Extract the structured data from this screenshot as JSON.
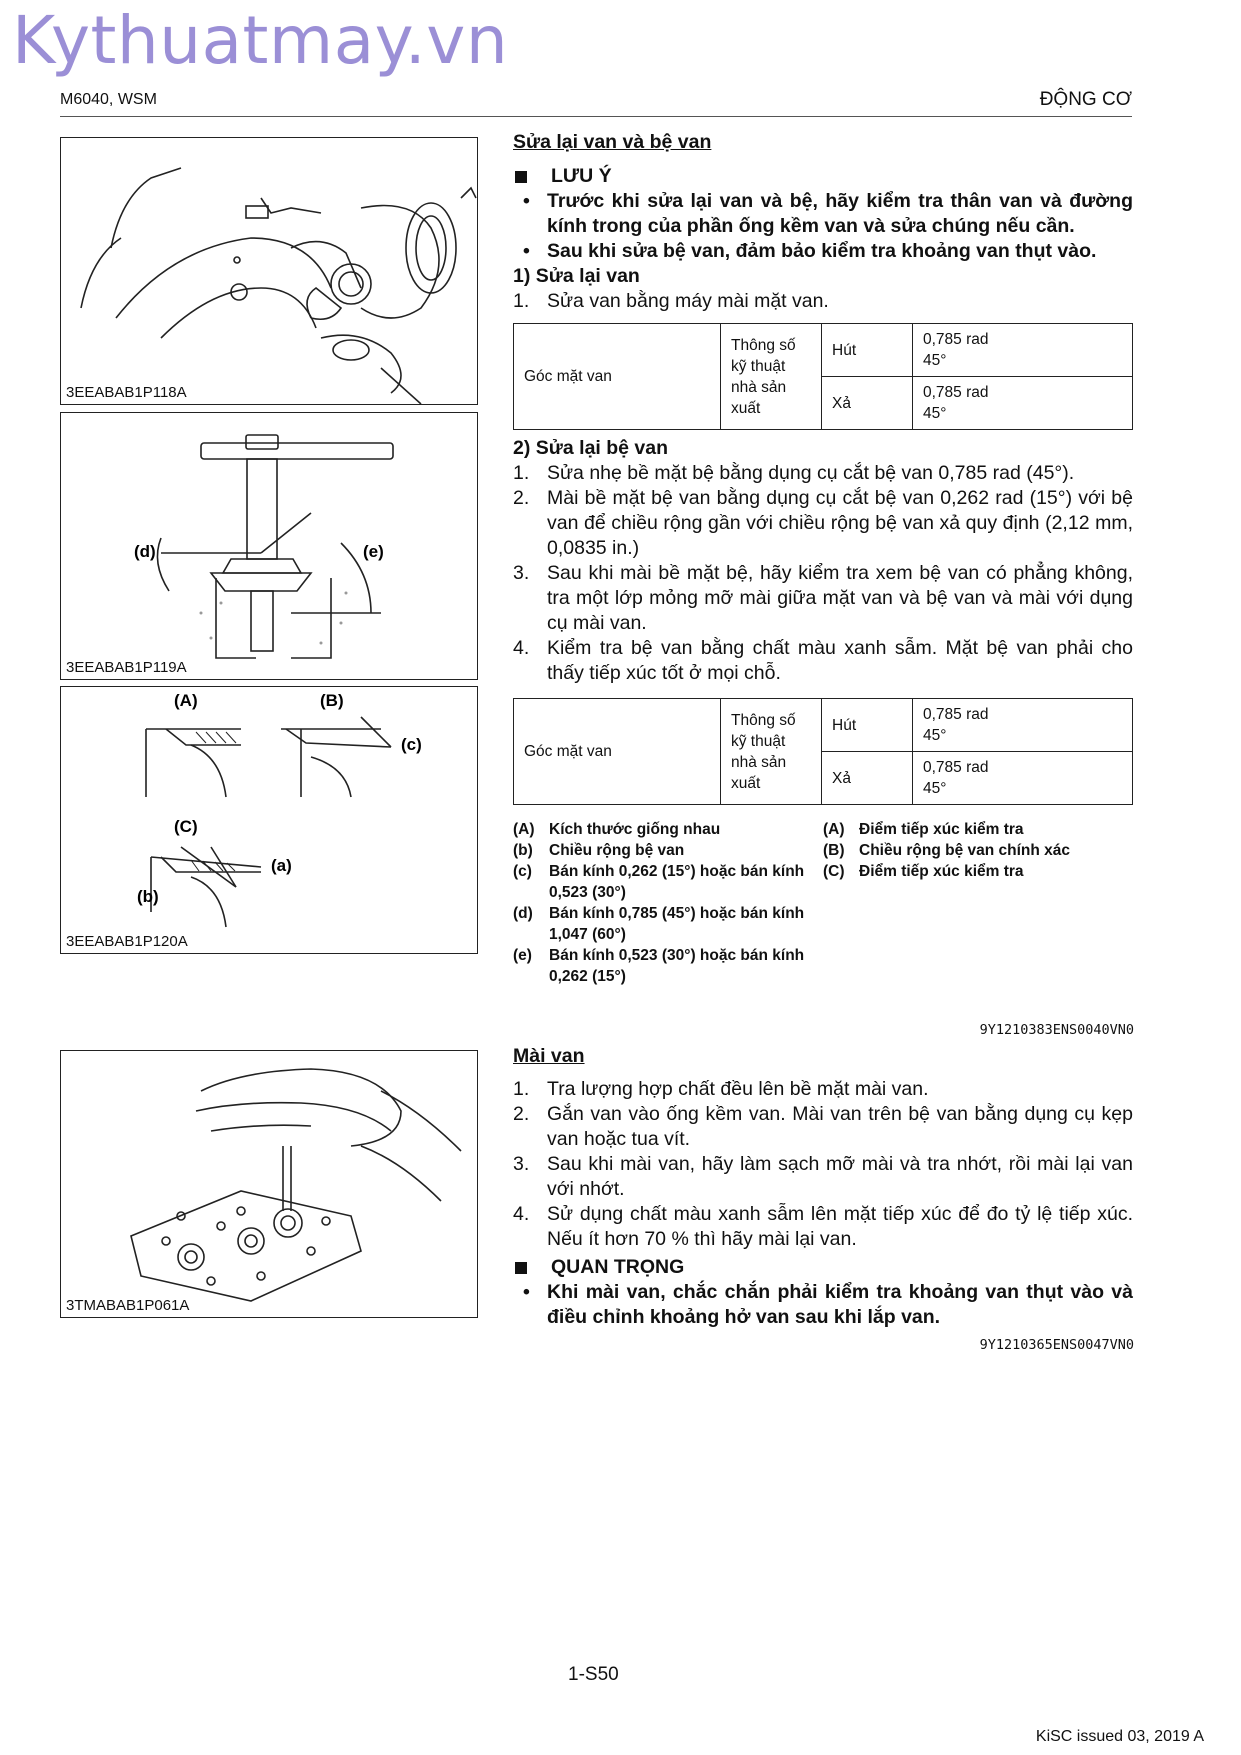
{
  "watermark": "Kythuatmay.vn",
  "header": {
    "left": "M6040, WSM",
    "right": "ĐỘNG CƠ"
  },
  "figures": [
    {
      "caption": "3EEABAB1P118A"
    },
    {
      "caption": "3EEABAB1P119A",
      "labels": {
        "d": "(d)",
        "e": "(e)"
      }
    },
    {
      "caption": "3EEABAB1P120A",
      "labels": {
        "A": "(A)",
        "B": "(B)",
        "C": "(C)",
        "a": "(a)",
        "b": "(b)",
        "c": "(c)"
      }
    },
    {
      "caption": "3TMABAB1P061A"
    }
  ],
  "section1": {
    "title": "Sửa lại van và bệ van",
    "note_head": "LƯU Ý",
    "bullets": [
      "Trước khi sửa lại van và bệ, hãy kiểm tra thân van và đường kính trong của phần ống kềm van và sửa chúng nếu cần.",
      "Sau khi sửa bệ van, đảm bảo kiểm tra khoảng van thụt vào."
    ],
    "sub1": "1) Sửa lại van",
    "sub1_steps": [
      "Sửa van bằng máy mài mặt van."
    ],
    "table": {
      "label": "Góc mặt van",
      "spec": "Thông số kỹ thuật nhà sản xuất",
      "rows": [
        {
          "name": "Hút",
          "rad": "0,785 rad",
          "deg": "45°"
        },
        {
          "name": "Xả",
          "rad": "0,785 rad",
          "deg": "45°"
        }
      ]
    },
    "sub2": "2) Sửa lại bệ van",
    "sub2_steps": [
      "Sửa nhẹ bề mặt bệ bằng dụng cụ cắt bệ van 0,785 rad (45°).",
      "Mài bề mặt bệ van bằng dụng cụ cắt bệ van 0,262 rad (15°) với bệ van để chiều rộng gần với chiều rộng bệ van xả quy định (2,12 mm, 0,0835 in.)",
      "Sau khi mài bề mặt bệ, hãy kiểm tra xem bệ van có phẳng không, tra một lớp mỏng mỡ mài giữa mặt van và bệ van và mài với dụng cụ mài van.",
      "Kiểm tra bệ van bằng chất màu xanh sẫm. Mặt bệ van phải cho thấy tiếp xúc tốt ở mọi chỗ."
    ],
    "table2": {
      "label": "Góc mặt van",
      "spec": "Thông số kỹ thuật nhà sản xuất",
      "rows": [
        {
          "name": "Hút",
          "rad": "0,785 rad",
          "deg": "45°"
        },
        {
          "name": "Xả",
          "rad": "0,785 rad",
          "deg": "45°"
        }
      ]
    },
    "legend_left": [
      {
        "k": "(A)",
        "v": "Kích thước giống nhau"
      },
      {
        "k": "(b)",
        "v": "Chiều rộng bệ van"
      },
      {
        "k": "(c)",
        "v": "Bán kính 0,262 (15°) hoặc bán kính 0,523 (30°)"
      },
      {
        "k": "(d)",
        "v": "Bán kính 0,785 (45°) hoặc bán kính 1,047 (60°)"
      },
      {
        "k": "(e)",
        "v": "Bán kính 0,523 (30°) hoặc bán kính 0,262 (15°)"
      }
    ],
    "legend_right": [
      {
        "k": "(A)",
        "v": "Điểm tiếp xúc kiểm tra"
      },
      {
        "k": "(B)",
        "v": "Chiều rộng bệ van chính xác"
      },
      {
        "k": "(C)",
        "v": "Điểm tiếp xúc kiểm tra"
      }
    ],
    "code": "9Y1210383ENS0040VN0"
  },
  "section2": {
    "title": "Mài van",
    "steps": [
      "Tra lượng hợp chất đều lên bề mặt mài van.",
      "Gắn van vào ống kềm van. Mài van trên bệ van bằng dụng cụ kẹp van hoặc tua vít.",
      "Sau khi mài van, hãy làm sạch mỡ mài và tra nhớt, rồi mài lại van với nhớt.",
      "Sử dụng chất màu xanh sẫm lên mặt tiếp xúc để đo tỷ lệ tiếp xúc. Nếu ít hơn 70 % thì hãy mài lại van."
    ],
    "important_head": "QUAN TRỌNG",
    "important_bullets": [
      "Khi mài van, chắc chắn phải kiểm tra khoảng van thụt vào và điều chỉnh khoảng hở van sau khi lắp van."
    ],
    "code": "9Y1210365ENS0047VN0"
  },
  "page_number": "1-S50",
  "footer": "KiSC issued 03, 2019 A"
}
